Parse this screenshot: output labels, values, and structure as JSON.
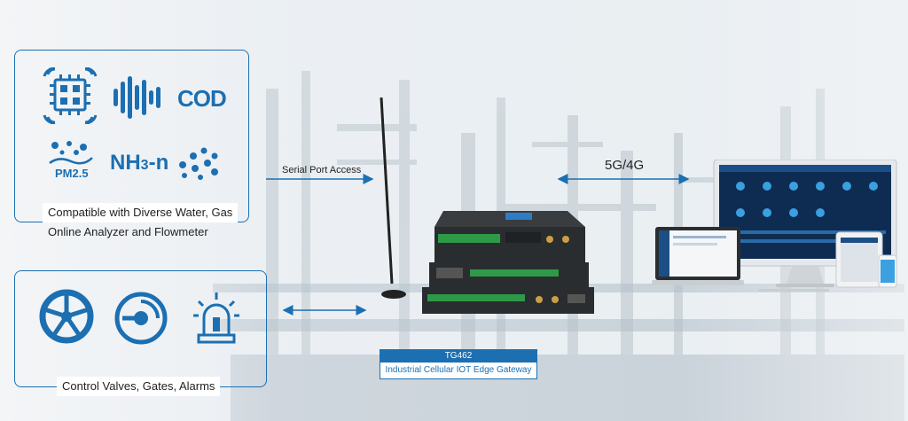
{
  "analyzer_panel": {
    "label_line1": "Compatible with Diverse Water, Gas",
    "label_line2": "Online Analyzer and Flowmeter",
    "icons": [
      "sensor-chip-icon",
      "sound-wave-icon",
      "cod-icon",
      "pm25-icon",
      "nh3n-icon",
      "particles-icon"
    ],
    "cod_text": "COD",
    "pm_text": "PM2.5",
    "nh3_prefix": "NH",
    "nh3_sub": "3",
    "nh3_suffix": "-n"
  },
  "control_panel": {
    "label": "Control Valves, Gates, Alarms",
    "icons": [
      "valve-wheel-icon",
      "gate-dial-icon",
      "alarm-beacon-icon"
    ]
  },
  "serial_link": {
    "label": "Serial Port Access"
  },
  "cellular_link": {
    "label": "5G/4G"
  },
  "gateway": {
    "model": "TG462",
    "name": "Industrial Cellular IOT Edge Gateway"
  },
  "colors": {
    "accent": "#1c6fb1",
    "dark_device": "#2a2d30",
    "terminal_green": "#2e9a48"
  }
}
